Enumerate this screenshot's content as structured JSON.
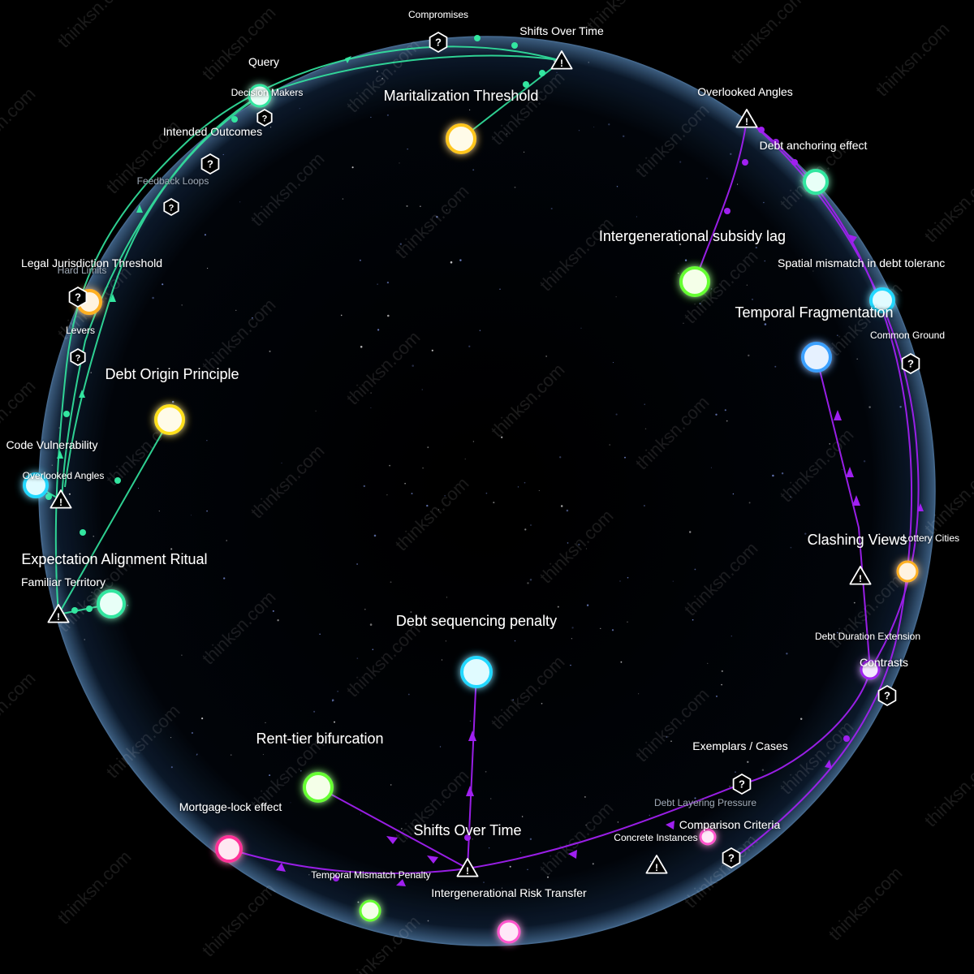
{
  "watermark": "thinksn.com",
  "colors": {
    "background": "#000000",
    "sphere_rim": "#6f8fb3",
    "green_path": "#33e6a0",
    "purple_path": "#a020f0",
    "yellow": "#ffd21a",
    "orange": "#ffb020",
    "lime": "#66ff33",
    "cyan": "#22d8ff",
    "blue": "#3aa0ff",
    "magenta": "#ff3399",
    "pink": "#ff55cc"
  },
  "node_labels": {
    "maritalization": "Maritalization Threshold",
    "intergenerational_subsidy": "Intergenerational subsidy lag",
    "temporal_fragmentation": "Temporal Fragmentation",
    "debt_origin": "Debt Origin Principle",
    "expectation_alignment": "Expectation Alignment Ritual",
    "debt_sequencing": "Debt sequencing penalty",
    "rent_tier": "Rent-tier bifurcation",
    "mortgage_lock": "Mortgage-lock effect",
    "legal_jurisdiction": "Legal Jurisdiction Threshold",
    "code_vulnerability": "Code Vulnerability",
    "spatial_mismatch": "Spatial mismatch in debt toleranc",
    "debt_anchoring": "Debt anchoring effect",
    "lottery_cities": "Lottery Cities",
    "debt_duration": "Debt Duration Extension",
    "debt_layering": "Debt Layering Pressure",
    "temporal_mismatch": "Temporal Mismatch Penalty",
    "intergenerational_risk": "Intergenerational Risk Transfer",
    "decision_makers": "Decision Makers",
    "hard_limits": "Hard Limits"
  },
  "marker_labels": {
    "compromises": "Compromises",
    "shifts_top": "Shifts Over Time",
    "query": "Query",
    "intended_outcomes": "Intended Outcomes",
    "feedback_loops": "Feedback Loops",
    "levers": "Levers",
    "overlooked_left": "Overlooked Angles",
    "familiar_territory": "Familiar Territory",
    "overlooked_right": "Overlooked Angles",
    "common_ground": "Common Ground",
    "clashing_views": "Clashing Views",
    "contrasts": "Contrasts",
    "exemplars": "Exemplars / Cases",
    "comparison_criteria": "Comparison Criteria",
    "concrete_instances": "Concrete Instances",
    "shifts_bottom": "Shifts Over Time"
  }
}
